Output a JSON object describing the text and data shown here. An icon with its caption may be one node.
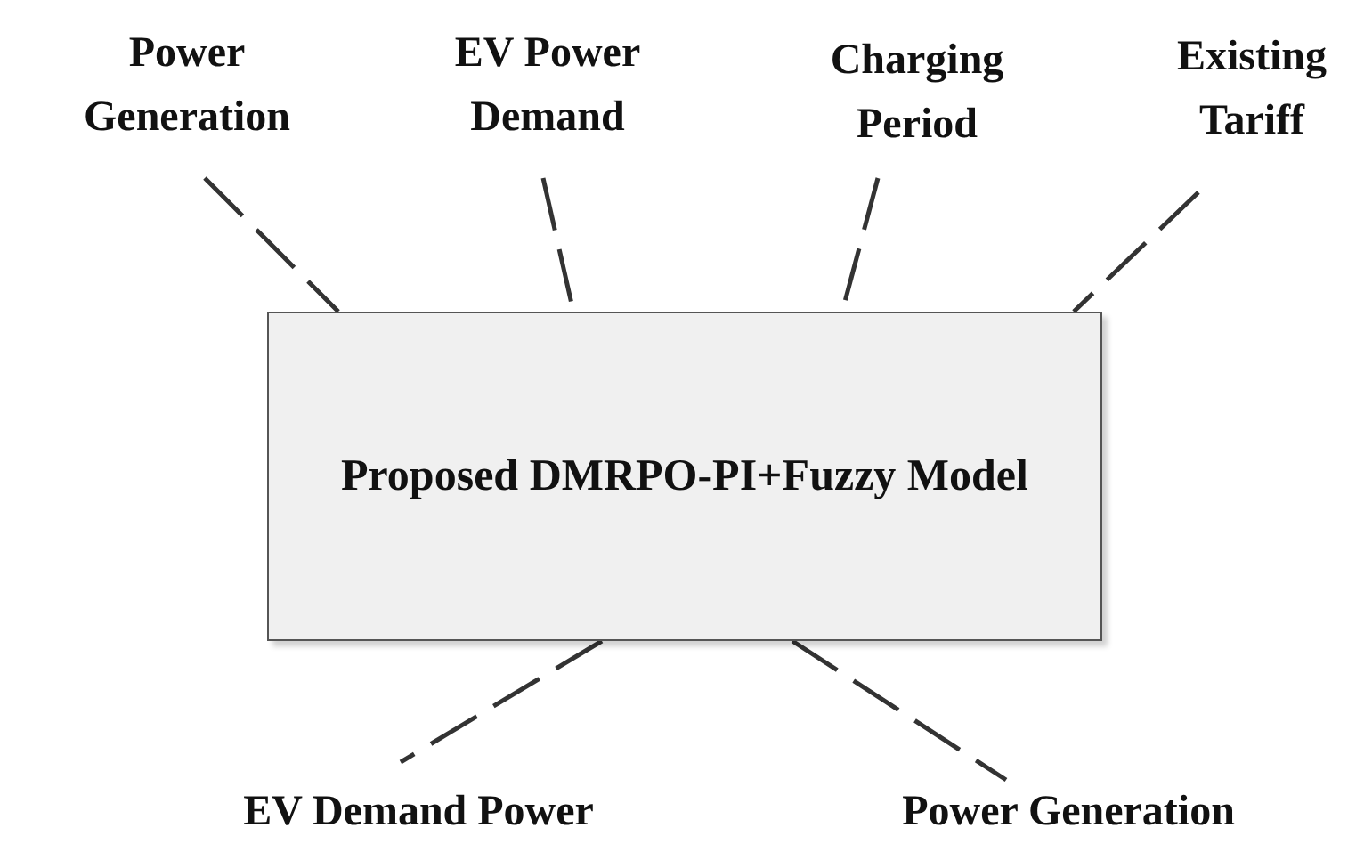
{
  "diagram": {
    "nodes": [
      {
        "text": [
          "Power Generation"
        ]
      },
      {
        "text": [
          "EV Power Demand"
        ]
      },
      {
        "text": [
          "Charging Period"
        ]
      },
      {
        "text": [
          "Existing Tariff"
        ]
      },
      {
        "text": [
          "Proposed DMRPO-PI+Fuzzy Model"
        ]
      },
      {
        "text": [
          "EV Demand Power"
        ]
      },
      {
        "text": [
          "Power Generation"
        ]
      }
    ],
    "edges": [
      {
        "from": 0,
        "to": 4,
        "arrow": "none",
        "style": "dashed"
      },
      {
        "from": 1,
        "to": 4,
        "arrow": "none",
        "style": "dashed"
      },
      {
        "from": 2,
        "to": 4,
        "arrow": "none",
        "style": "dashed"
      },
      {
        "from": 3,
        "to": 4,
        "arrow": "none",
        "style": "dashed"
      },
      {
        "from": 4,
        "to": 5,
        "arrow": "none",
        "style": "dashed"
      },
      {
        "from": 4,
        "to": 6,
        "arrow": "none",
        "style": "dashed"
      }
    ]
  }
}
